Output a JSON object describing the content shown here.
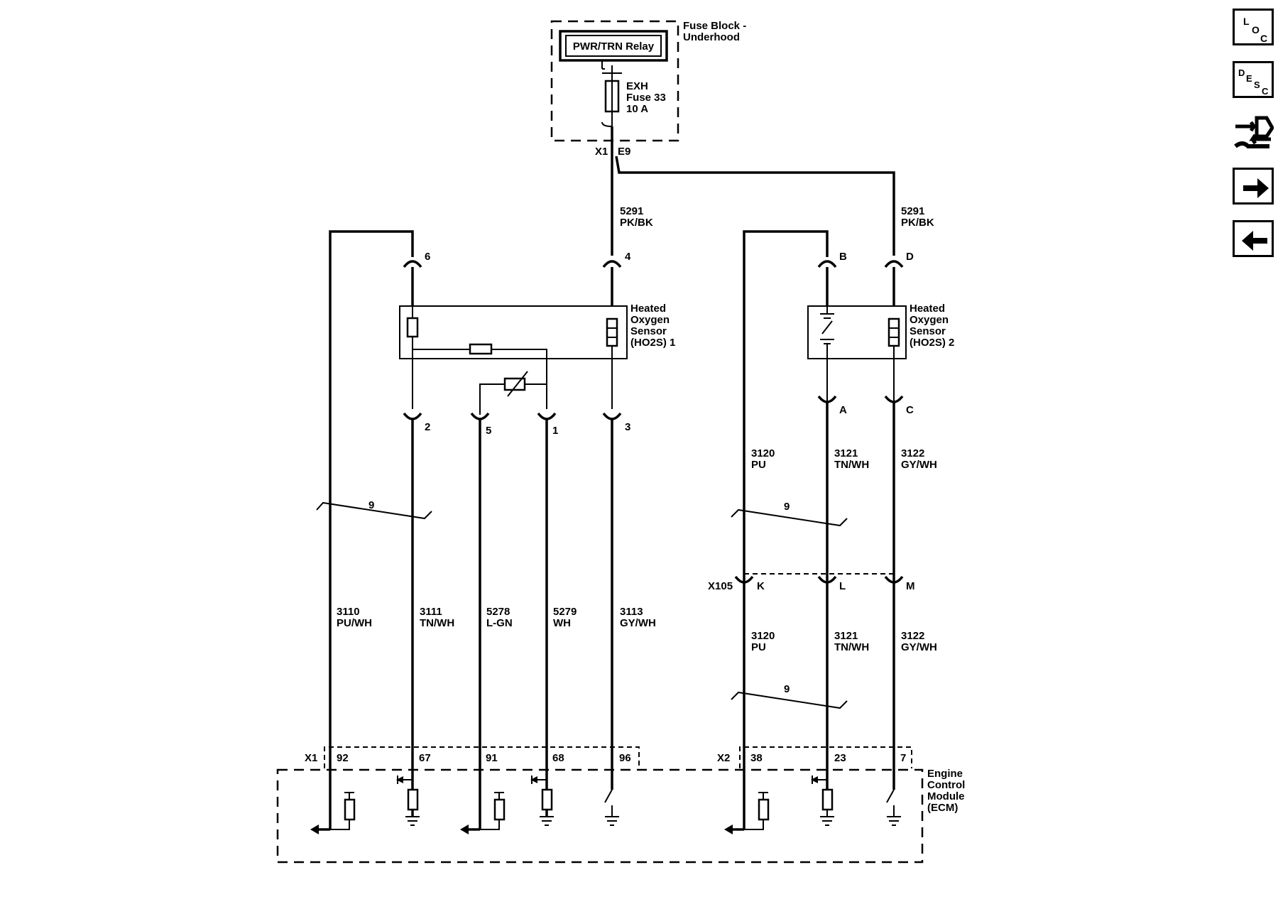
{
  "fuse_block": {
    "title_line1": "Fuse Block -",
    "title_line2": "Underhood",
    "relay": "PWR/TRN Relay",
    "fuse_line1": "EXH",
    "fuse_line2": "Fuse 33",
    "fuse_line3": "10 A",
    "connector": "X1",
    "pin": "E9"
  },
  "feed_wires": [
    {
      "circuit": "5291",
      "color": "PK/BK"
    },
    {
      "circuit": "5291",
      "color": "PK/BK"
    }
  ],
  "sensor1": {
    "label_line1": "Heated",
    "label_line2": "Oxygen",
    "label_line3": "Sensor",
    "label_line4": "(HO2S) 1",
    "pins_top": [
      "6",
      "4"
    ],
    "pins_bottom": [
      "2",
      "5",
      "1",
      "3"
    ]
  },
  "sensor2": {
    "label_line1": "Heated",
    "label_line2": "Oxygen",
    "label_line3": "Sensor",
    "label_line4": "(HO2S) 2",
    "pins_top": [
      "B",
      "D"
    ],
    "pins_bottom": [
      "A",
      "C"
    ]
  },
  "shield_label": "9",
  "sensor1_wires": [
    {
      "circuit": "3110",
      "color": "PU/WH"
    },
    {
      "circuit": "3111",
      "color": "TN/WH"
    },
    {
      "circuit": "5278",
      "color": "L-GN"
    },
    {
      "circuit": "5279",
      "color": "WH"
    },
    {
      "circuit": "3113",
      "color": "GY/WH"
    }
  ],
  "sensor2_wires_upper": [
    {
      "circuit": "3120",
      "color": "PU"
    },
    {
      "circuit": "3121",
      "color": "TN/WH"
    },
    {
      "circuit": "3122",
      "color": "GY/WH"
    }
  ],
  "sensor2_wires_lower": [
    {
      "circuit": "3120",
      "color": "PU"
    },
    {
      "circuit": "3121",
      "color": "TN/WH"
    },
    {
      "circuit": "3122",
      "color": "GY/WH"
    }
  ],
  "inline_connector": {
    "name": "X105",
    "pins": [
      "K",
      "L",
      "M"
    ]
  },
  "ecm": {
    "label_line1": "Engine",
    "label_line2": "Control",
    "label_line3": "Module",
    "label_line4": "(ECM)",
    "connector1": "X1",
    "connector1_pins": [
      "92",
      "67",
      "91",
      "68",
      "96"
    ],
    "connector2": "X2",
    "connector2_pins": [
      "38",
      "23",
      "7"
    ]
  },
  "nav": {
    "loc": {
      "l1": "L",
      "l2": "O",
      "l3": "C"
    },
    "desc": {
      "l1": "D",
      "l2": "E",
      "l3": "S",
      "l4": "C"
    },
    "icons": [
      "loc-icon",
      "desc-icon",
      "connector-tool-icon",
      "arrow-right-icon",
      "arrow-left-icon"
    ]
  }
}
